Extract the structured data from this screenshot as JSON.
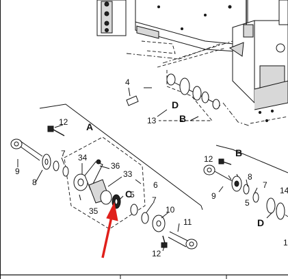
{
  "callouts": {
    "n4": "4",
    "D1": "D",
    "n13": "13",
    "B1": "B",
    "n12a": "12",
    "A": "A",
    "n9a": "9",
    "n8a": "8",
    "n7a": "7",
    "n34": "34",
    "n36": "36",
    "n33": "33",
    "n6": "6",
    "C": "C",
    "n35": "35",
    "n5": "5",
    "n7b": "7",
    "n10": "10",
    "n11": "11",
    "n12b": "12",
    "B2": "B",
    "n12c": "12",
    "n8b": "8",
    "n7c": "7",
    "n14": "14",
    "n9b": "9",
    "n5b": "5",
    "D2": "D",
    "n1": "1"
  },
  "colors": {
    "line": "#111111",
    "arrow": "#e0201b",
    "background": "#ffffff"
  }
}
